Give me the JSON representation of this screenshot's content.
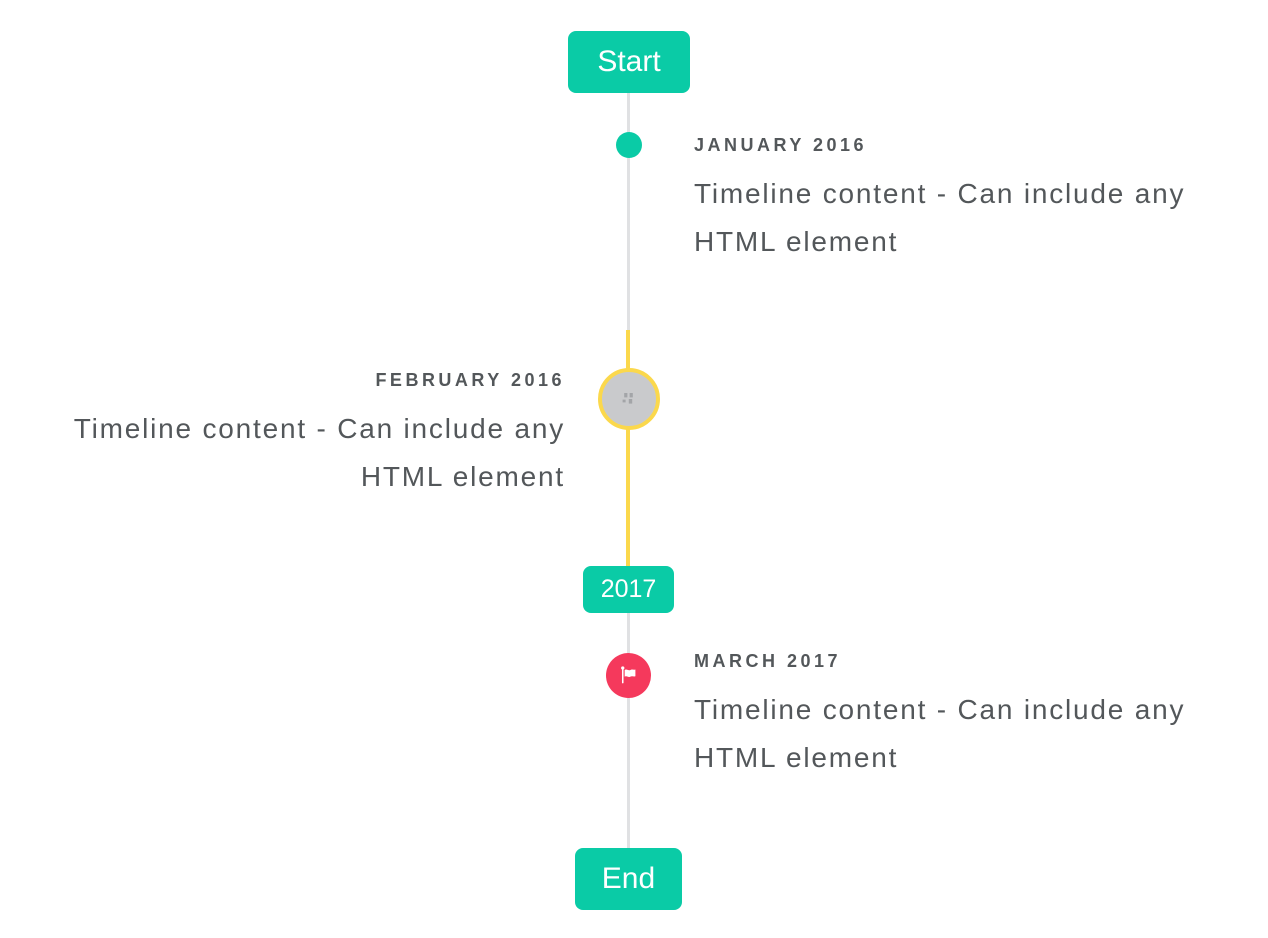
{
  "colors": {
    "accent": "#0acba6",
    "highlight": "#fbd84c",
    "danger": "#f5395c",
    "line": "#e0e1e3",
    "placeholder": "#c9cacc",
    "text": "#53575a"
  },
  "timeline": {
    "start_badge": "Start",
    "year_badge": "2017",
    "end_badge": "End",
    "entries": [
      {
        "title": "JANUARY 2016",
        "content": "Timeline content - Can include any HTML element",
        "side": "right",
        "marker": "dot"
      },
      {
        "title": "FEBRUARY 2016",
        "content": "Timeline content - Can include any HTML element",
        "side": "left",
        "marker": "broken-image"
      },
      {
        "title": "MARCH 2017",
        "content": "Timeline content - Can include any HTML element",
        "side": "right",
        "marker": "flag"
      }
    ]
  }
}
